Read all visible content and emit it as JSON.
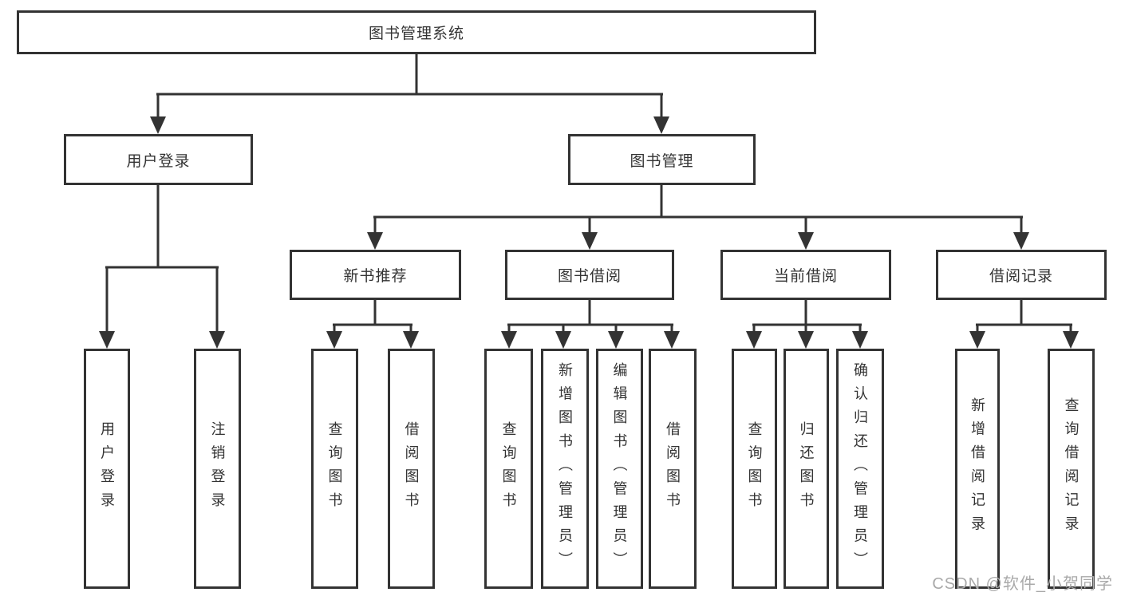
{
  "diagram": {
    "root": {
      "label": "图书管理系统"
    },
    "level2": [
      {
        "label": "用户登录"
      },
      {
        "label": "图书管理"
      }
    ],
    "level3": [
      {
        "label": "新书推荐"
      },
      {
        "label": "图书借阅"
      },
      {
        "label": "当前借阅"
      },
      {
        "label": "借阅记录"
      }
    ],
    "leaves": [
      {
        "label": "用户登录"
      },
      {
        "label": "注销登录"
      },
      {
        "label": "查询图书"
      },
      {
        "label": "借阅图书"
      },
      {
        "label": "查询图书"
      },
      {
        "label": "新增图书（管理员）"
      },
      {
        "label": "编辑图书（管理员）"
      },
      {
        "label": "借阅图书"
      },
      {
        "label": "查询图书"
      },
      {
        "label": "归还图书"
      },
      {
        "label": "确认归还（管理员）"
      },
      {
        "label": "新增借阅记录"
      },
      {
        "label": "查询借阅记录"
      }
    ]
  },
  "watermark": {
    "text": "CSDN @软件_小贺同学"
  },
  "colors": {
    "line": "#333333",
    "background": "#ffffff",
    "watermark": "#a9a9a9"
  }
}
